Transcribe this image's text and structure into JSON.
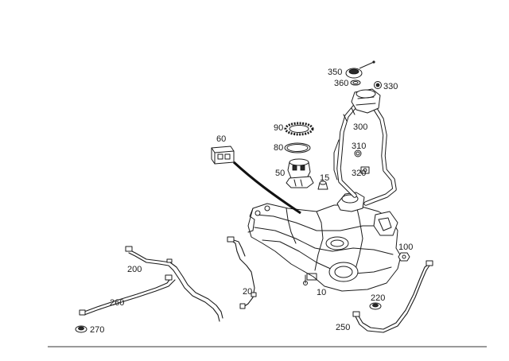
{
  "callouts": {
    "c10": "10",
    "c15": "15",
    "c20": "20",
    "c50": "50",
    "c60": "60",
    "c80": "80",
    "c90": "90",
    "c100": "100",
    "c200": "200",
    "c220": "220",
    "c250": "250",
    "c260": "260",
    "c270": "270",
    "c300": "300",
    "c310": "310",
    "c320": "320",
    "c330": "330",
    "c350": "350",
    "c360": "360"
  }
}
